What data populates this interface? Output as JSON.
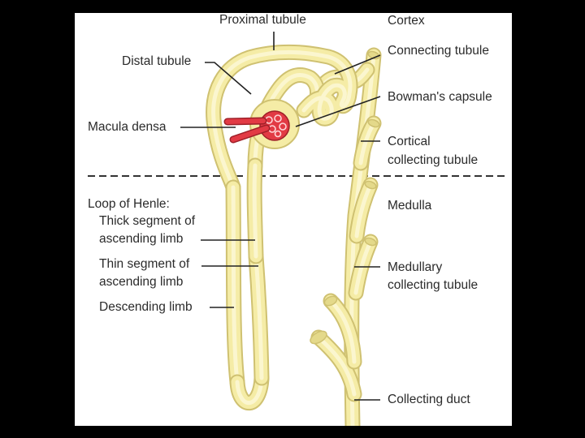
{
  "colors": {
    "page_background": "#000000",
    "panel_background": "#ffffff",
    "tubule_fill": "#f5eca6",
    "tubule_outline": "#cfc171",
    "tubule_shade": "#e4d98a",
    "macula_densa": "#e23a44",
    "label_text": "#2b2b2b",
    "leader_line": "#222222"
  },
  "labels": {
    "proximal_tubule": "Proximal tubule",
    "cortex": "Cortex",
    "distal_tubule": "Distal tubule",
    "connecting_tubule": "Connecting tubule",
    "bowmans_capsule": "Bowman's capsule",
    "macula_densa": "Macula densa",
    "cortical_collecting_line1": "Cortical",
    "cortical_collecting_line2": "collecting tubule",
    "loop_of_henle": "Loop of Henle:",
    "medulla": "Medulla",
    "thick_segment_line1": "Thick segment of",
    "thick_segment_line2": "ascending limb",
    "thin_segment_line1": "Thin segment of",
    "thin_segment_line2": "ascending limb",
    "medullary_collecting_line1": "Medullary",
    "medullary_collecting_line2": "collecting tubule",
    "descending_limb": "Descending limb",
    "collecting_duct": "Collecting duct"
  }
}
